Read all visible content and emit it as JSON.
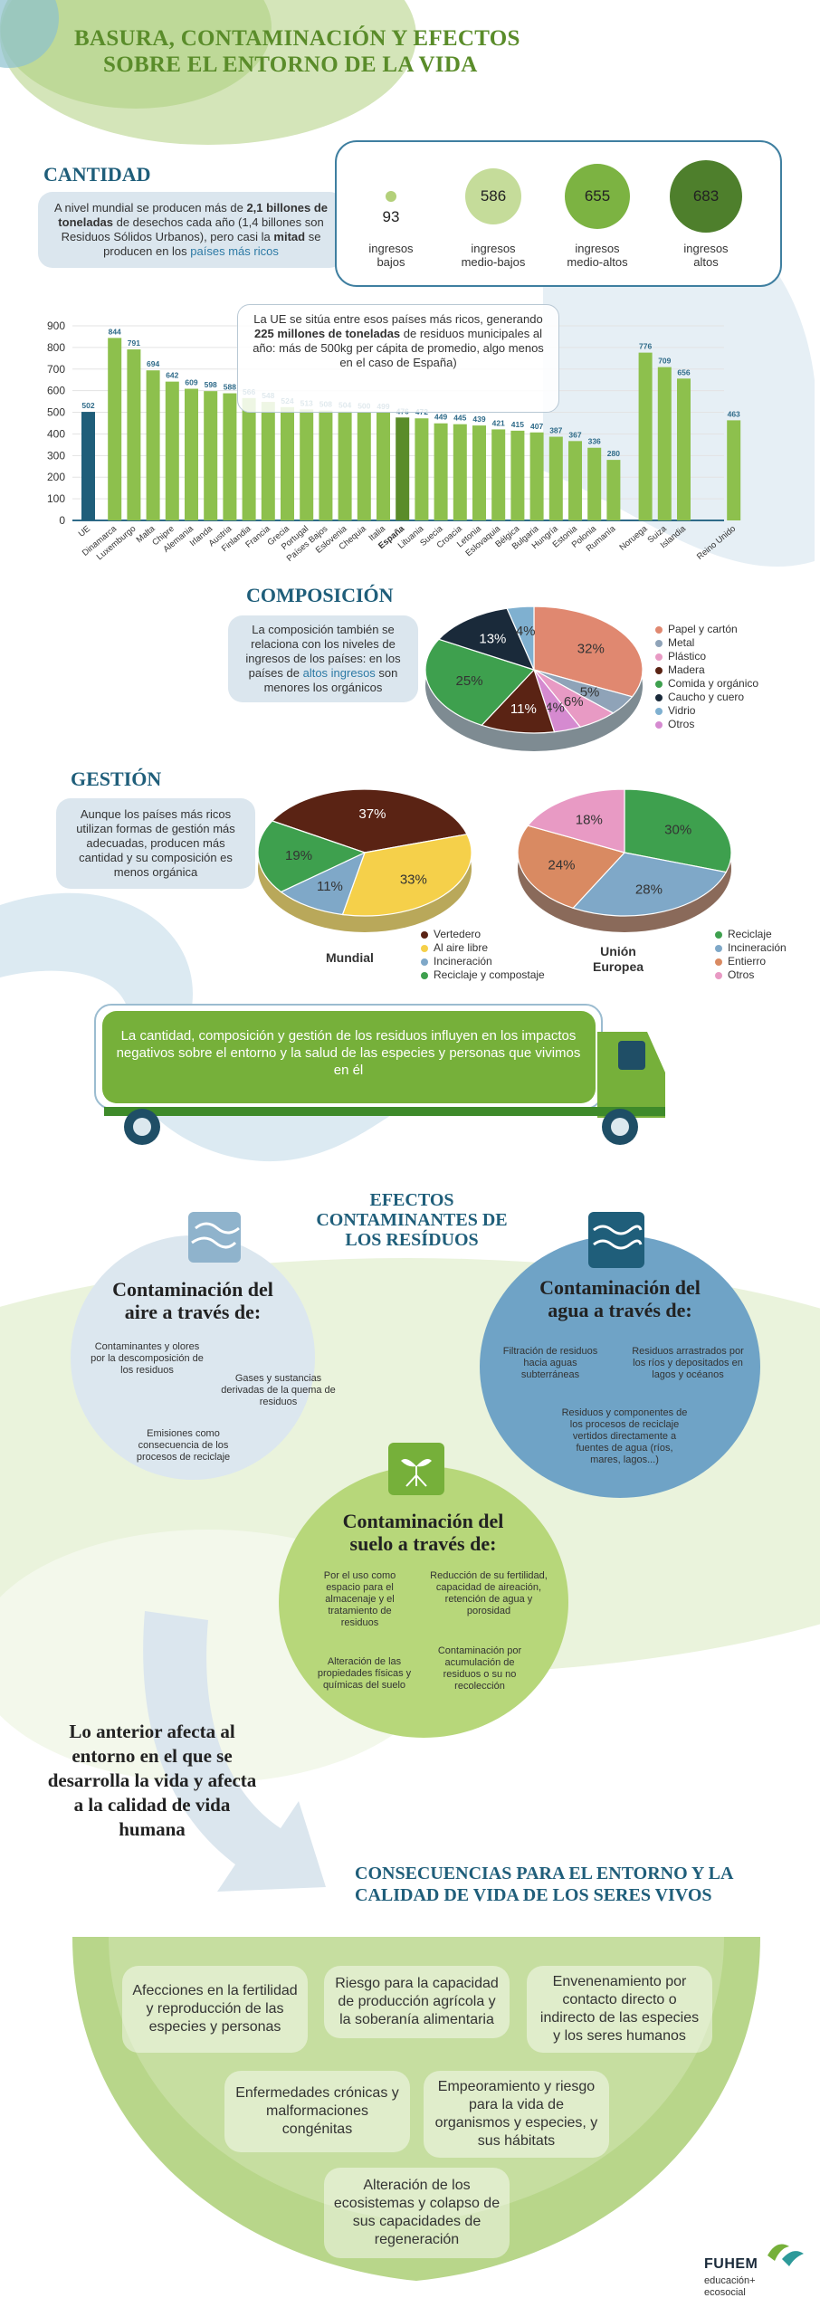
{
  "header": {
    "title_line1": "BASURA, CONTAMINACIÓN Y EFECTOS",
    "title_line2": "SOBRE EL ENTORNO DE LA VIDA"
  },
  "cantidad": {
    "title": "CANTIDAD",
    "note_p1": "A nivel mundial se producen más de ",
    "note_b1": "2,1 billones de toneladas",
    "note_p2": " de desechos cada año (1,4 billones son Residuos Sólidos Urbanos), pero casi la ",
    "note_b2": "mitad",
    "note_p3": " se producen en los ",
    "note_hl": "países más ricos",
    "bubbles": [
      {
        "value": "93",
        "label1": "ingresos",
        "label2": "bajos",
        "color": "#b3d07a"
      },
      {
        "value": "586",
        "label1": "ingresos",
        "label2": "medio-bajos",
        "color": "#c5dc9a"
      },
      {
        "value": "655",
        "label1": "ingresos",
        "label2": "medio-altos",
        "color": "#7cb342"
      },
      {
        "value": "683",
        "label1": "ingresos",
        "label2": "altos",
        "color": "#4e7f2c"
      }
    ]
  },
  "chart_data": {
    "type": "bar",
    "ylim": [
      0,
      900
    ],
    "yticks": [
      "0",
      "100",
      "200",
      "300",
      "400",
      "500",
      "600",
      "700",
      "800",
      "900"
    ],
    "categories": [
      "UE",
      "Dinamarca",
      "Luxemburgo",
      "Malta",
      "Chipre",
      "Alemania",
      "Irlanda",
      "Austria",
      "Finlandia",
      "Francia",
      "Grecia",
      "Portugal",
      "Países Bajos",
      "Eslovenia",
      "Chequia",
      "Italia",
      "España",
      "Lituania",
      "Suecia",
      "Croacia",
      "Letonia",
      "Eslovaquia",
      "Bélgica",
      "Bulgaria",
      "Hungría",
      "Estonia",
      "Polonia",
      "Rumanía",
      "Noruega",
      "Suiza",
      "Islandia",
      "Reino Unido"
    ],
    "values": [
      502,
      844,
      791,
      694,
      642,
      609,
      598,
      588,
      566,
      548,
      524,
      513,
      508,
      504,
      500,
      499,
      476,
      472,
      449,
      445,
      439,
      421,
      415,
      407,
      387,
      367,
      336,
      280,
      776,
      709,
      656,
      463
    ],
    "value_labels": [
      "502",
      "844",
      "791",
      "694",
      "642",
      "609",
      "598",
      "588",
      "566",
      "548",
      "524",
      "513",
      "508",
      "504",
      "500",
      "499",
      "476",
      "472",
      "449",
      "445",
      "439",
      "421",
      "415",
      "407",
      "387",
      "367",
      "336",
      "280",
      "776",
      "709",
      "656",
      "463"
    ],
    "note_p1": "La UE se sitúa entre esos países más ricos, generando ",
    "note_b": "225 millones de toneladas",
    "note_p2": " de residuos municipales al año: más de 500kg per cápita de promedio, algo menos en el caso de España)"
  },
  "composicion": {
    "title": "COMPOSICIÓN",
    "note_p1": "La composición también se relaciona con los niveles de ingresos de los países: en los países de ",
    "note_hl": "altos ingresos",
    "note_p2": " son menores los orgánicos",
    "slices": [
      {
        "label": "Papel y cartón",
        "pct": 32,
        "text": "32%",
        "color": "#e08870"
      },
      {
        "label": "Metal",
        "pct": 5,
        "text": "5%",
        "color": "#8fa3b8"
      },
      {
        "label": "Plástico",
        "pct": 6,
        "text": "6%",
        "color": "#e89ac4"
      },
      {
        "label": "Madera",
        "pct": 11,
        "text": "11%",
        "color": "#5a2314"
      },
      {
        "label": "Comida y orgánico",
        "pct": 25,
        "text": "25%",
        "color": "#3ea04e"
      },
      {
        "label": "Caucho y cuero",
        "pct": 13,
        "text": "13%",
        "color": "#1a2a3a"
      },
      {
        "label": "Vidrio",
        "pct": 4,
        "text": "4%",
        "color": "#7fb0d0"
      },
      {
        "label": "Otros",
        "pct": 4,
        "text": "4%",
        "color": "#d58ad0"
      }
    ]
  },
  "gestion": {
    "title": "GESTIÓN",
    "note": "Aunque los países más ricos utilizan formas de gestión más adecuadas, producen más cantidad y su composición es menos orgánica",
    "mundial_label": "Mundial",
    "ue_label1": "Unión",
    "ue_label2": "Europea",
    "mundial": [
      {
        "label": "Vertedero",
        "text": "37%",
        "color": "#5a2314"
      },
      {
        "label": "Al aire libre",
        "text": "33%",
        "color": "#f5d04a"
      },
      {
        "label": "Incineración",
        "text": "11%",
        "color": "#7fa8c8"
      },
      {
        "label": "Reciclaje y compostaje",
        "text": "19%",
        "color": "#3ea04e"
      }
    ],
    "ue": [
      {
        "label": "Reciclaje",
        "text": "30%",
        "color": "#3ea04e"
      },
      {
        "label": "Incineración",
        "text": "28%",
        "color": "#7fa8c8"
      },
      {
        "label": "Entierro",
        "text": "24%",
        "color": "#d98a62"
      },
      {
        "label": "Otros",
        "text": "18%",
        "color": "#e89ac4"
      }
    ]
  },
  "truck": {
    "text": "La cantidad, composición y gestión de los residuos influyen en los impactos negativos sobre el entorno y la salud de las especies y personas que vivimos en él"
  },
  "efectos": {
    "title_l1": "EFECTOS",
    "title_l2": "CONTAMINANTES DE",
    "title_l3": "LOS RESÍDUOS",
    "aire": {
      "t1": "Contaminación del",
      "t2": "aire a través de:",
      "i1": "Contaminantes y olores por la descomposición de los residuos",
      "i2": "Gases y sustancias derivadas de la quema de residuos",
      "i3": "Emisiones como consecuencia de los procesos de reciclaje"
    },
    "agua": {
      "t1": "Contaminación del",
      "t2": "agua a través de:",
      "i1": "Filtración de residuos hacia aguas subterráneas",
      "i2": "Residuos arrastrados por los ríos y depositados en lagos y océanos",
      "i3": "Residuos y componentes de los procesos de reciclaje vertidos directamente a fuentes de agua (ríos, mares, lagos...)"
    },
    "suelo": {
      "t1": "Contaminación del",
      "t2": "suelo a través de:",
      "i1": "Por el uso como espacio para el almacenaje y el tratamiento de residuos",
      "i2": "Reducción de su fertilidad, capacidad de aireación, retención de agua y porosidad",
      "i3": "Alteración de las propiedades físicas y químicas del suelo",
      "i4": "Contaminación por acumulación de residuos o su no recolección"
    }
  },
  "afecta": "Lo anterior afecta al entorno en el que se desarrolla la vida y afecta a la calidad de vida humana",
  "consecuencias": {
    "title_l1": "CONSECUENCIAS PARA EL ENTORNO Y LA",
    "title_l2": "CALIDAD DE VIDA DE LOS SERES VIVOS",
    "c1": "Afecciones en la fertilidad y reproducción de las especies y personas",
    "c2": "Riesgo para la capacidad de producción agrícola y la soberanía alimentaria",
    "c3": "Envenenamiento por contacto directo o indirecto de las especies y los seres humanos",
    "c4": "Enfermedades crónicas y malformaciones congénitas",
    "c5": "Empeoramiento y riesgo para la vida de organismos y especies, y sus hábitats",
    "c6": "Alteración de los ecosistemas y colapso de sus capacidades de regeneración"
  },
  "footer": {
    "brand": "FUHEM",
    "sub1": "educación+",
    "sub2": "ecosocial"
  }
}
